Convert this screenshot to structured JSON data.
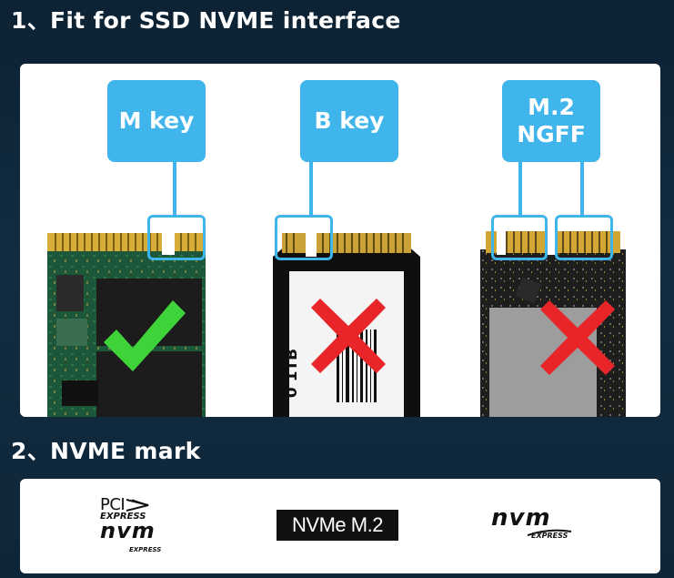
{
  "section1": {
    "title": "1、Fit for SSD NVME interface"
  },
  "keys": {
    "m_key": "M key",
    "b_key": "B key",
    "mb_key_line1": "M.2",
    "mb_key_line2": "NGFF"
  },
  "section2": {
    "title": "2、NVME mark"
  },
  "logos": {
    "pci_line1": "PCI",
    "pci_line2": "EXPRESS",
    "pci_nvm": "nvm",
    "pci_express_small": "EXPRESS",
    "nvme_m2": "NVMe M.2",
    "nvm_right": "nvm",
    "nvm_right_express": "EXPRESS"
  },
  "ssd_label": {
    "capacity": "0 1TB"
  },
  "status": {
    "m_key": "compatible",
    "b_key": "incompatible",
    "m2_ngff": "incompatible"
  },
  "colors": {
    "accent_blue": "#3fb5ec",
    "check_green": "#3fd33a",
    "cross_red": "#e8262a",
    "background": "#0f2638"
  },
  "icons": {
    "compatible": "check-icon",
    "incompatible": "cross-icon"
  }
}
